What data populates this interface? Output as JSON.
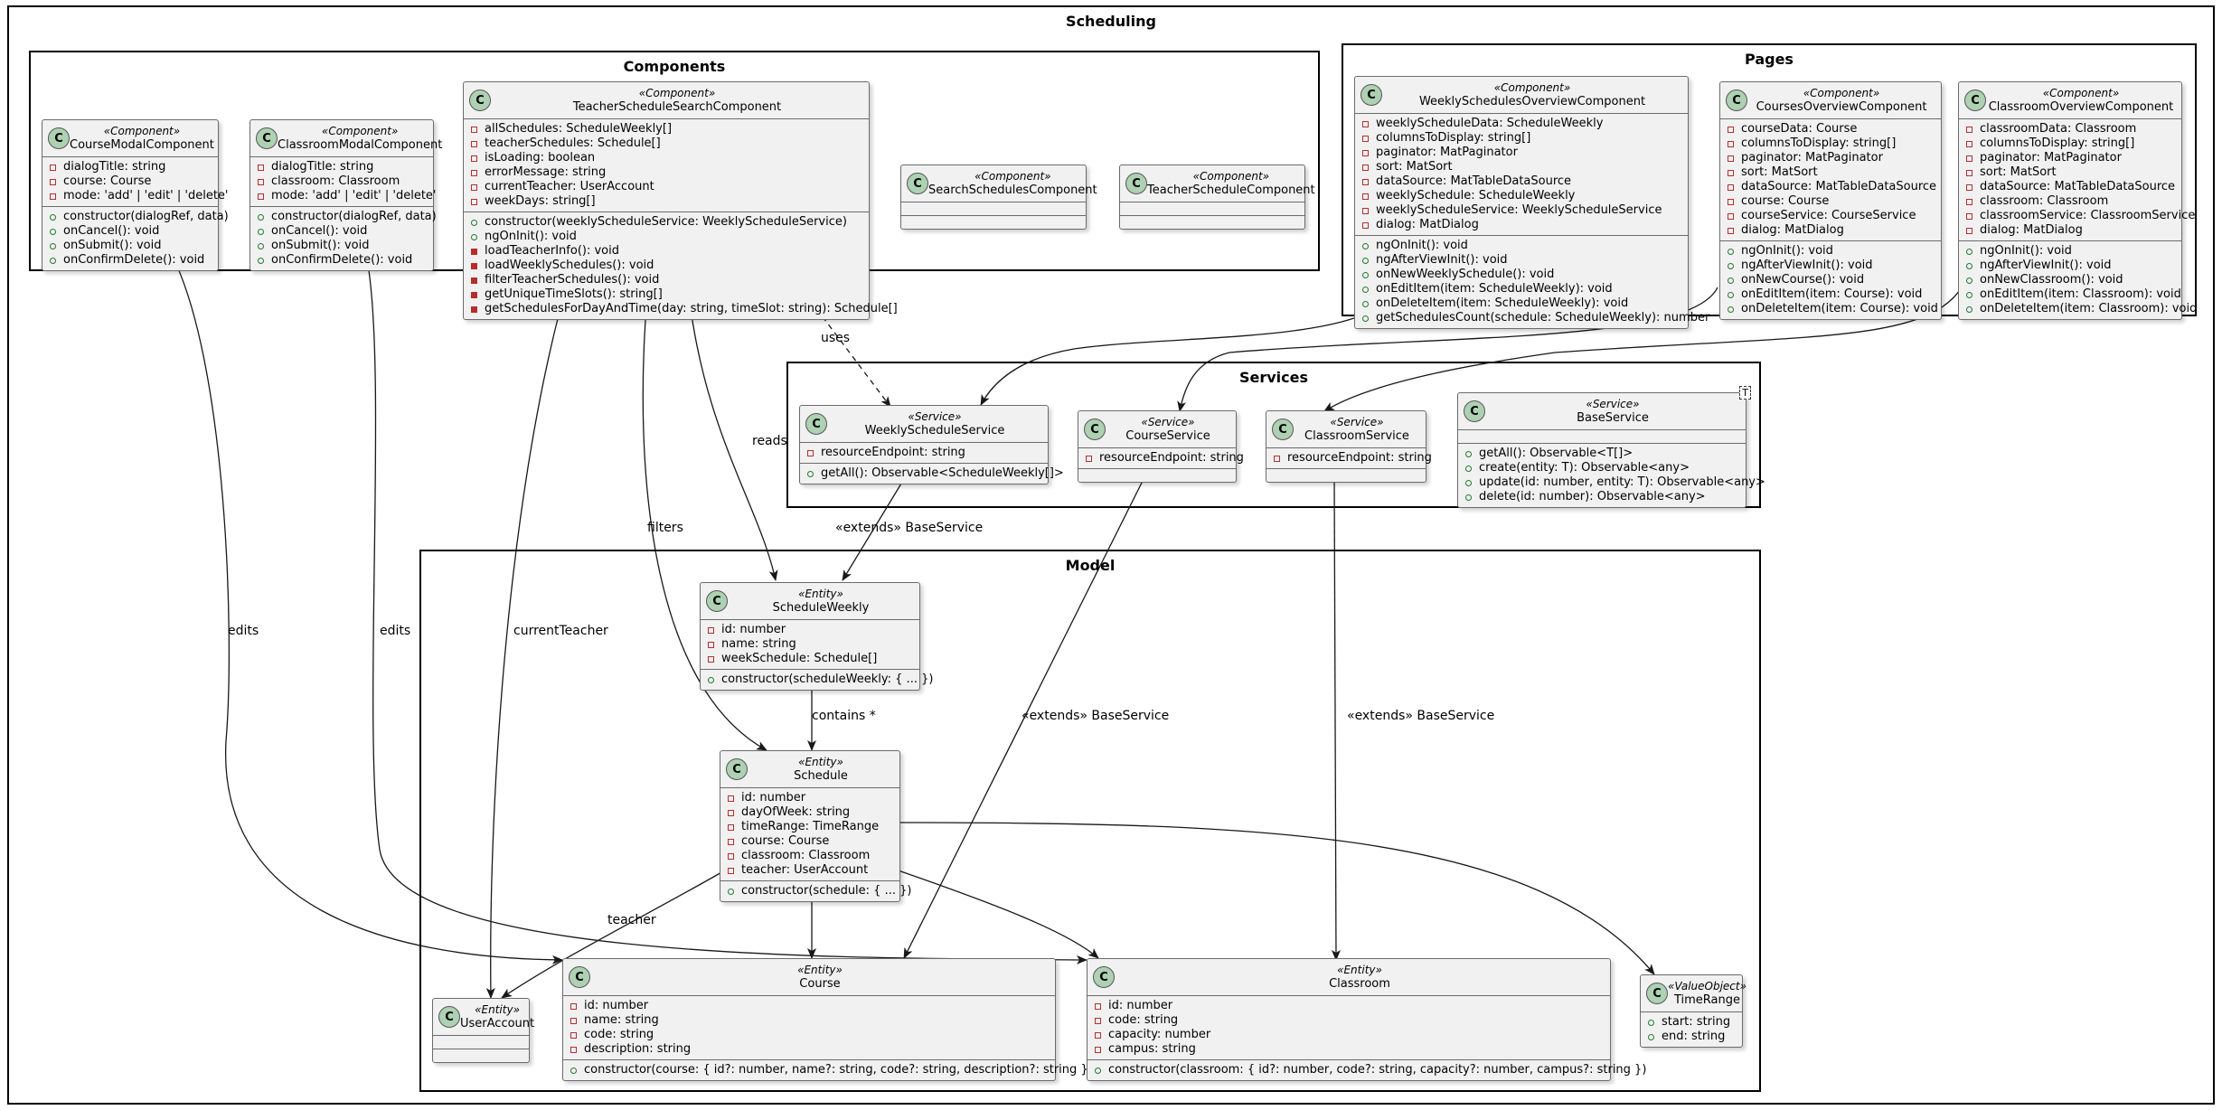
{
  "diagram_title": "Scheduling",
  "packages": {
    "components": "Components",
    "pages": "Pages",
    "services": "Services",
    "model": "Model"
  },
  "classes": {
    "CourseModalComponent": {
      "stereotype": "«Component»",
      "name": "CourseModalComponent",
      "attributes": [
        {
          "vis": "private",
          "text": "dialogTitle: string"
        },
        {
          "vis": "private",
          "text": "course: Course"
        },
        {
          "vis": "private",
          "text": "mode: 'add' | 'edit' | 'delete'"
        }
      ],
      "methods": [
        {
          "vis": "public",
          "text": "constructor(dialogRef, data)"
        },
        {
          "vis": "public",
          "text": "onCancel(): void"
        },
        {
          "vis": "public",
          "text": "onSubmit(): void"
        },
        {
          "vis": "public",
          "text": "onConfirmDelete(): void"
        }
      ]
    },
    "ClassroomModalComponent": {
      "stereotype": "«Component»",
      "name": "ClassroomModalComponent",
      "attributes": [
        {
          "vis": "private",
          "text": "dialogTitle: string"
        },
        {
          "vis": "private",
          "text": "classroom: Classroom"
        },
        {
          "vis": "private",
          "text": "mode: 'add' | 'edit' | 'delete'"
        }
      ],
      "methods": [
        {
          "vis": "public",
          "text": "constructor(dialogRef, data)"
        },
        {
          "vis": "public",
          "text": "onCancel(): void"
        },
        {
          "vis": "public",
          "text": "onSubmit(): void"
        },
        {
          "vis": "public",
          "text": "onConfirmDelete(): void"
        }
      ]
    },
    "TeacherScheduleSearchComponent": {
      "stereotype": "«Component»",
      "name": "TeacherScheduleSearchComponent",
      "attributes": [
        {
          "vis": "private",
          "text": "allSchedules: ScheduleWeekly[]"
        },
        {
          "vis": "private",
          "text": "teacherSchedules: Schedule[]"
        },
        {
          "vis": "private",
          "text": "isLoading: boolean"
        },
        {
          "vis": "private",
          "text": "errorMessage: string"
        },
        {
          "vis": "private",
          "text": "currentTeacher: UserAccount"
        },
        {
          "vis": "private",
          "text": "weekDays: string[]"
        }
      ],
      "methods": [
        {
          "vis": "public",
          "text": "constructor(weeklyScheduleService: WeeklyScheduleService)"
        },
        {
          "vis": "public",
          "text": "ngOnInit(): void"
        },
        {
          "vis": "privatem",
          "text": "loadTeacherInfo(): void"
        },
        {
          "vis": "privatem",
          "text": "loadWeeklySchedules(): void"
        },
        {
          "vis": "privatem",
          "text": "filterTeacherSchedules(): void"
        },
        {
          "vis": "privatem",
          "text": "getUniqueTimeSlots(): string[]"
        },
        {
          "vis": "privatem",
          "text": "getSchedulesForDayAndTime(day: string, timeSlot: string): Schedule[]"
        }
      ]
    },
    "SearchSchedulesComponent": {
      "stereotype": "«Component»",
      "name": "SearchSchedulesComponent",
      "attributes": [],
      "methods": []
    },
    "TeacherScheduleComponent": {
      "stereotype": "«Component»",
      "name": "TeacherScheduleComponent",
      "attributes": [],
      "methods": []
    },
    "WeeklySchedulesOverviewComponent": {
      "stereotype": "«Component»",
      "name": "WeeklySchedulesOverviewComponent",
      "attributes": [
        {
          "vis": "private",
          "text": "weeklyScheduleData: ScheduleWeekly"
        },
        {
          "vis": "private",
          "text": "columnsToDisplay: string[]"
        },
        {
          "vis": "private",
          "text": "paginator: MatPaginator"
        },
        {
          "vis": "private",
          "text": "sort: MatSort"
        },
        {
          "vis": "private",
          "text": "dataSource: MatTableDataSource"
        },
        {
          "vis": "private",
          "text": "weeklySchedule: ScheduleWeekly"
        },
        {
          "vis": "private",
          "text": "weeklyScheduleService: WeeklyScheduleService"
        },
        {
          "vis": "private",
          "text": "dialog: MatDialog"
        }
      ],
      "methods": [
        {
          "vis": "public",
          "text": "ngOnInit(): void"
        },
        {
          "vis": "public",
          "text": "ngAfterViewInit(): void"
        },
        {
          "vis": "public",
          "text": "onNewWeeklySchedule(): void"
        },
        {
          "vis": "public",
          "text": "onEditItem(item: ScheduleWeekly): void"
        },
        {
          "vis": "public",
          "text": "onDeleteItem(item: ScheduleWeekly): void"
        },
        {
          "vis": "public",
          "text": "getSchedulesCount(schedule: ScheduleWeekly): number"
        }
      ]
    },
    "CoursesOverviewComponent": {
      "stereotype": "«Component»",
      "name": "CoursesOverviewComponent",
      "attributes": [
        {
          "vis": "private",
          "text": "courseData: Course"
        },
        {
          "vis": "private",
          "text": "columnsToDisplay: string[]"
        },
        {
          "vis": "private",
          "text": "paginator: MatPaginator"
        },
        {
          "vis": "private",
          "text": "sort: MatSort"
        },
        {
          "vis": "private",
          "text": "dataSource: MatTableDataSource"
        },
        {
          "vis": "private",
          "text": "course: Course"
        },
        {
          "vis": "private",
          "text": "courseService: CourseService"
        },
        {
          "vis": "private",
          "text": "dialog: MatDialog"
        }
      ],
      "methods": [
        {
          "vis": "public",
          "text": "ngOnInit(): void"
        },
        {
          "vis": "public",
          "text": "ngAfterViewInit(): void"
        },
        {
          "vis": "public",
          "text": "onNewCourse(): void"
        },
        {
          "vis": "public",
          "text": "onEditItem(item: Course): void"
        },
        {
          "vis": "public",
          "text": "onDeleteItem(item: Course): void"
        }
      ]
    },
    "ClassroomOverviewComponent": {
      "stereotype": "«Component»",
      "name": "ClassroomOverviewComponent",
      "attributes": [
        {
          "vis": "private",
          "text": "classroomData: Classroom"
        },
        {
          "vis": "private",
          "text": "columnsToDisplay: string[]"
        },
        {
          "vis": "private",
          "text": "paginator: MatPaginator"
        },
        {
          "vis": "private",
          "text": "sort: MatSort"
        },
        {
          "vis": "private",
          "text": "dataSource: MatTableDataSource"
        },
        {
          "vis": "private",
          "text": "classroom: Classroom"
        },
        {
          "vis": "private",
          "text": "classroomService: ClassroomService"
        },
        {
          "vis": "private",
          "text": "dialog: MatDialog"
        }
      ],
      "methods": [
        {
          "vis": "public",
          "text": "ngOnInit(): void"
        },
        {
          "vis": "public",
          "text": "ngAfterViewInit(): void"
        },
        {
          "vis": "public",
          "text": "onNewClassroom(): void"
        },
        {
          "vis": "public",
          "text": "onEditItem(item: Classroom): void"
        },
        {
          "vis": "public",
          "text": "onDeleteItem(item: Classroom): void"
        }
      ]
    },
    "WeeklyScheduleService": {
      "stereotype": "«Service»",
      "name": "WeeklyScheduleService",
      "attributes": [
        {
          "vis": "private",
          "text": "resourceEndpoint: string"
        }
      ],
      "methods": [
        {
          "vis": "public",
          "text": "getAll(): Observable<ScheduleWeekly[]>"
        }
      ]
    },
    "CourseService": {
      "stereotype": "«Service»",
      "name": "CourseService",
      "attributes": [
        {
          "vis": "private",
          "text": "resourceEndpoint: string"
        }
      ],
      "methods": []
    },
    "ClassroomService": {
      "stereotype": "«Service»",
      "name": "ClassroomService",
      "attributes": [
        {
          "vis": "private",
          "text": "resourceEndpoint: string"
        }
      ],
      "methods": []
    },
    "BaseService": {
      "stereotype": "«Service»",
      "name": "BaseService",
      "type_param": "T",
      "attributes": [],
      "methods": [
        {
          "vis": "public",
          "text": "getAll(): Observable<T[]>"
        },
        {
          "vis": "public",
          "text": "create(entity: T): Observable<any>"
        },
        {
          "vis": "public",
          "text": "update(id: number, entity: T): Observable<any>"
        },
        {
          "vis": "public",
          "text": "delete(id: number): Observable<any>"
        }
      ]
    },
    "ScheduleWeekly": {
      "stereotype": "«Entity»",
      "name": "ScheduleWeekly",
      "attributes": [
        {
          "vis": "private",
          "text": "id: number"
        },
        {
          "vis": "private",
          "text": "name: string"
        },
        {
          "vis": "private",
          "text": "weekSchedule: Schedule[]"
        }
      ],
      "methods": [
        {
          "vis": "public",
          "text": "constructor(scheduleWeekly: { ... })"
        }
      ]
    },
    "Schedule": {
      "stereotype": "«Entity»",
      "name": "Schedule",
      "attributes": [
        {
          "vis": "private",
          "text": "id: number"
        },
        {
          "vis": "private",
          "text": "dayOfWeek: string"
        },
        {
          "vis": "private",
          "text": "timeRange: TimeRange"
        },
        {
          "vis": "private",
          "text": "course: Course"
        },
        {
          "vis": "private",
          "text": "classroom: Classroom"
        },
        {
          "vis": "private",
          "text": "teacher: UserAccount"
        }
      ],
      "methods": [
        {
          "vis": "public",
          "text": "constructor(schedule: { ... })"
        }
      ]
    },
    "UserAccount": {
      "stereotype": "«Entity»",
      "name": "UserAccount",
      "attributes": [],
      "methods": []
    },
    "Course": {
      "stereotype": "«Entity»",
      "name": "Course",
      "attributes": [
        {
          "vis": "private",
          "text": "id: number"
        },
        {
          "vis": "private",
          "text": "name: string"
        },
        {
          "vis": "private",
          "text": "code: string"
        },
        {
          "vis": "private",
          "text": "description: string"
        }
      ],
      "methods": [
        {
          "vis": "public",
          "text": "constructor(course: { id?: number, name?: string, code?: string, description?: string })"
        }
      ]
    },
    "Classroom": {
      "stereotype": "«Entity»",
      "name": "Classroom",
      "attributes": [
        {
          "vis": "private",
          "text": "id: number"
        },
        {
          "vis": "private",
          "text": "code: string"
        },
        {
          "vis": "private",
          "text": "capacity: number"
        },
        {
          "vis": "private",
          "text": "campus: string"
        }
      ],
      "methods": [
        {
          "vis": "public",
          "text": "constructor(classroom: { id?: number, code?: string, capacity?: number, campus?: string })"
        }
      ]
    },
    "TimeRange": {
      "stereotype": "«ValueObject»",
      "name": "TimeRange",
      "attributes": [
        {
          "vis": "public",
          "text": "start: string"
        },
        {
          "vis": "public",
          "text": "end: string"
        }
      ],
      "methods": null
    }
  },
  "edge_labels": {
    "uses": "uses",
    "reads": "reads",
    "filters": "filters",
    "current_teacher": "currentTeacher",
    "edits_course": "edits",
    "edits_classroom": "edits",
    "extends_weekly": "«extends» BaseService",
    "extends_course": "«extends» BaseService",
    "extends_classroom": "«extends» BaseService",
    "contains": "contains *",
    "teacher": "teacher"
  }
}
